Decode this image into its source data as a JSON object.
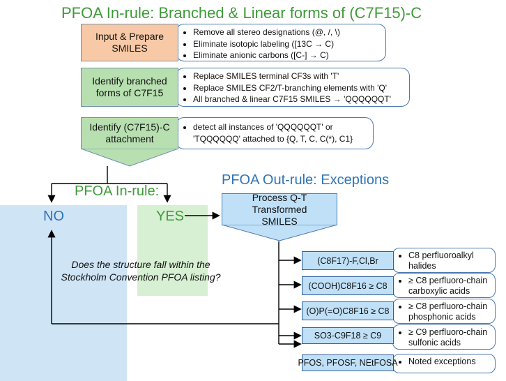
{
  "title_in_rule": "PFOA In-rule: Branched & Linear forms of (C7F15)-C",
  "steps": [
    {
      "label": "Input & Prepare SMILES",
      "bullets": [
        "Remove all stereo designations (@, /, \\)",
        "Eliminate isotopic labeling ([13C → C)",
        "Eliminate anionic carbons ([C-] → C)"
      ]
    },
    {
      "label": "Identify branched forms of C7F15",
      "bullets": [
        "Replace SMILES terminal CF3s with 'T'",
        "Replace SMILES CF2/T-branching elements with 'Q'",
        "All branched & linear C7F15 SMILES → 'QQQQQQT'"
      ]
    },
    {
      "label": "Identify (C7F15)-C attachment",
      "bullets": [
        "detect all instances of 'QQQQQQT' or 'TQQQQQQ' attached to {Q, T, C, C(*), C1}"
      ]
    }
  ],
  "in_rule_label": "PFOA In-rule:",
  "out_rule_title": "PFOA Out-rule: Exceptions",
  "no_label": "NO",
  "yes_label": "YES",
  "question": "Does the structure fall within the Stockholm Convention PFOA listing?",
  "process_label": "Process Q-T Transformed SMILES",
  "exceptions": [
    {
      "pattern": "(C8F17)-F,Cl,Br",
      "note": "C8 perfluoroalkyl halides"
    },
    {
      "pattern": "(COOH)C8F16 ≥ C8",
      "note": "≥ C8 perfluoro-chain carboxylic acids"
    },
    {
      "pattern": "(O)P(=O)C8F16 ≥ C8",
      "note": "≥ C8 perfluoro-chain phosphonic acids"
    },
    {
      "pattern": "SO3-C9F18 ≥ C9",
      "note": "≥ C9 perfluoro-chain sulfonic acids"
    },
    {
      "pattern": "PFOS, PFOSF, NEtFOSA",
      "note": "Noted exceptions"
    }
  ],
  "colors": {
    "step1": "#f8c9a6",
    "step2": "#b7dfb0",
    "step3": "#b7dfb0",
    "no_panel": "#cfe4f5",
    "yes_panel": "#d7efd2",
    "green_title": "#3f9a3a",
    "blue_title": "#2f74b5"
  }
}
